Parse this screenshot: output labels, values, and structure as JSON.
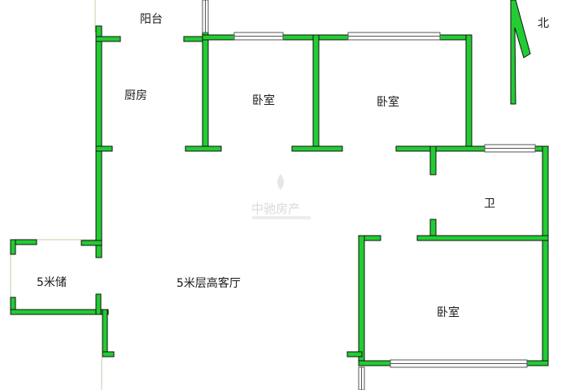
{
  "rooms": {
    "balcony": "阳台",
    "kitchen": "厨房",
    "bedroom_1": "卧室",
    "bedroom_2": "卧室",
    "bathroom": "卫",
    "storage": "5米储",
    "living_room": "5米层高客厅",
    "bedroom_3": "卧室"
  },
  "compass": {
    "north_label": "北"
  },
  "watermark": {
    "brand": "中驰房产"
  },
  "colors": {
    "wall": "#22cc33",
    "wall_outline": "#111111",
    "window_frame": "#555555"
  }
}
